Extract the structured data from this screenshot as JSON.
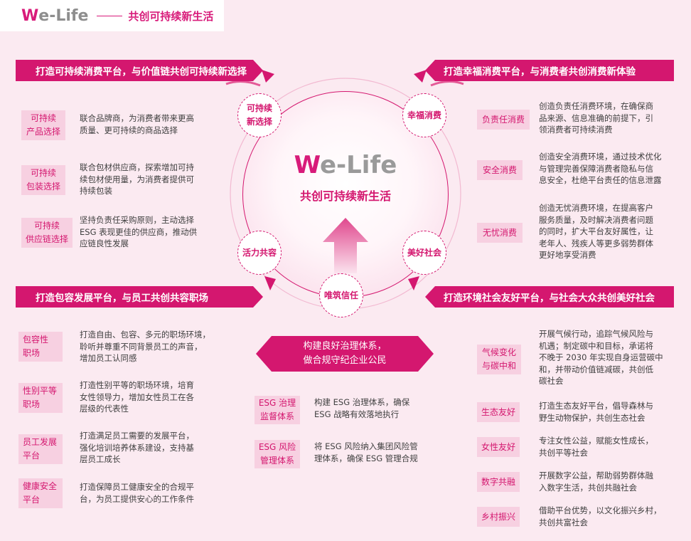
{
  "header": {
    "logo_w": "W",
    "logo_rest": "e-Life",
    "slogan": "共创可持续新生活"
  },
  "center": {
    "logo_w": "W",
    "logo_rest": "e-Life",
    "subtitle": "共创可持续新生活"
  },
  "nodes": {
    "sustainable": [
      "可持续",
      "新选择"
    ],
    "happy": "幸福消费",
    "vitality": "活力共容",
    "society": "美好社会",
    "trust": "唯筑信任"
  },
  "top_left": {
    "banner": "打造可持续消费平台，与价值链共创可持续新选择",
    "items": [
      {
        "tag": [
          "可持续",
          "产品选择"
        ],
        "desc": [
          "联合品牌商，为消费者带来更高",
          "质量、更可持续的商品选择"
        ]
      },
      {
        "tag": [
          "可持续",
          "包装选择"
        ],
        "desc": [
          "联合包材供应商，探索增加可持",
          "续包材使用量，为消费者提供可",
          "持续包装"
        ]
      },
      {
        "tag": [
          "可持续",
          "供应链选择"
        ],
        "desc": [
          "坚持负责任采购原则，主动选择",
          "ESG 表现更佳的供应商，推动供",
          "应链良性发展"
        ]
      }
    ]
  },
  "top_right": {
    "banner": "打造幸福消费平台，与消费者共创消费新体验",
    "items": [
      {
        "tag": [
          "负责任消费"
        ],
        "desc": [
          "创造负责任消费环境，在确保商",
          "品来源、信息准确的前提下，引",
          "领消费者可持续消费"
        ]
      },
      {
        "tag": [
          "安全消费"
        ],
        "desc": [
          "创造安全消费环境，通过技术优化",
          "与管理完善保障消费者隐私与信",
          "息安全，杜绝平台责任的信息泄露"
        ]
      },
      {
        "tag": [
          "无忧消费"
        ],
        "desc": [
          "创造无忧消费环境，在提高客户",
          "服务质量，及时解决消费者问题",
          "的同时，扩大平台友好属性，让",
          "老年人、残疾人等更多弱势群体",
          "更好地享受消费"
        ]
      }
    ]
  },
  "bottom_left": {
    "banner": "打造包容发展平台，与员工共创共容职场",
    "items": [
      {
        "tag": [
          "包容性",
          "职场"
        ],
        "desc": [
          "打造自由、包容、多元的职场环境，",
          "聆听并尊重不同背景员工的声音，",
          "增加员工认同感"
        ]
      },
      {
        "tag": [
          "性别平等",
          "职场"
        ],
        "desc": [
          "打造性别平等的职场环境，培育",
          "女性领导力，增加女性员工在各",
          "层级的代表性"
        ]
      },
      {
        "tag": [
          "员工发展",
          "平台"
        ],
        "desc": [
          "打造满足员工需要的发展平台，",
          "强化培训培养体系建设，支持基",
          "层员工成长"
        ]
      },
      {
        "tag": [
          "健康安全",
          "平台"
        ],
        "desc": [
          "打造保障员工健康安全的合规平",
          "台，为员工提供安心的工作条件"
        ]
      }
    ]
  },
  "bottom_right": {
    "banner": "打造环境社会友好平台，与社会大众共创美好社会",
    "items": [
      {
        "tag": [
          "气候变化",
          "与碳中和"
        ],
        "desc": [
          "开展气候行动，追踪气候风险与",
          "机遇；制定碳中和目标，承诺将",
          "不晚于 2030 年实现自身运营碳中",
          "和，并带动价值链减碳，共创低",
          "碳社会"
        ]
      },
      {
        "tag": [
          "生态友好"
        ],
        "desc": [
          "打造生态友好平台，倡导森林与",
          "野生动物保护，共创生态社会"
        ]
      },
      {
        "tag": [
          "女性友好"
        ],
        "desc": [
          "专注女性公益，赋能女性成长，",
          "共创平等社会"
        ]
      },
      {
        "tag": [
          "数字共融"
        ],
        "desc": [
          "开展数字公益，帮助弱势群体融",
          "入数字生活，共创共融社会"
        ]
      },
      {
        "tag": [
          "乡村振兴"
        ],
        "desc": [
          "借助平台优势，以文化振兴乡村，",
          "共创共富社会"
        ]
      }
    ]
  },
  "governance": {
    "banner": [
      "构建良好治理体系，",
      "做合规守纪企业公民"
    ],
    "items": [
      {
        "tag": [
          "ESG 治理",
          "监督体系"
        ],
        "desc": [
          "构建 ESG 治理体系，确保",
          "ESG 战略有效落地执行"
        ]
      },
      {
        "tag": [
          "ESG 风险",
          "管理体系"
        ],
        "desc": [
          "将 ESG 风险纳入集团风险管",
          "理体系，确保 ESG 管理合规"
        ]
      }
    ]
  },
  "colors": {
    "accent": "#d4176f",
    "tag_bg": "#f7d0e1",
    "page_bg": "#fbeaf1",
    "logo_gray": "#9a9a9a"
  }
}
